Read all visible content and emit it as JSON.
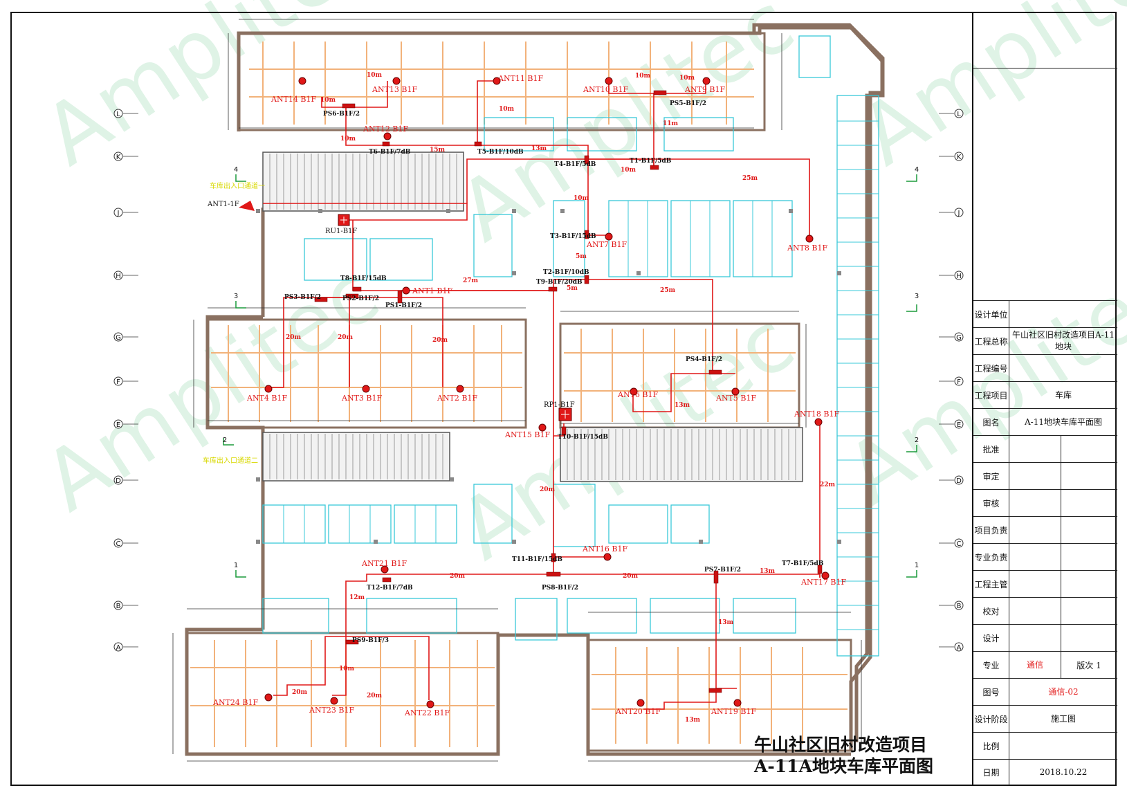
{
  "watermark": {
    "text": "Amplitec"
  },
  "plan_title": {
    "line1": "午山社区旧村改造项目",
    "line2": "A-11A地块车库平面图"
  },
  "title_block": {
    "rows": [
      {
        "label": "设计单位",
        "value": ""
      },
      {
        "label": "工程总称",
        "value": "午山社区旧村改造项目A-11地块"
      },
      {
        "label": "工程编号",
        "value": ""
      },
      {
        "label": "工程项目",
        "value": "车库"
      },
      {
        "label": "图名",
        "value": "A-11地块车库平面图"
      },
      {
        "label": "批准",
        "value": ""
      },
      {
        "label": "审定",
        "value": ""
      },
      {
        "label": "审核",
        "value": ""
      },
      {
        "label": "项目负责",
        "value": ""
      },
      {
        "label": "专业负责",
        "value": ""
      },
      {
        "label": "工程主管",
        "value": ""
      },
      {
        "label": "校对",
        "value": ""
      },
      {
        "label": "设计",
        "value": ""
      },
      {
        "label": "专业",
        "value": "通信",
        "extra": "版次 1"
      },
      {
        "label": "图号",
        "value": "通信-02"
      },
      {
        "label": "设计阶段",
        "value": "施工图"
      },
      {
        "label": "比例",
        "value": ""
      },
      {
        "label": "日期",
        "value": "2018.10.22"
      }
    ]
  },
  "grid_axes": {
    "rows": [
      "L",
      "K",
      "J",
      "H",
      "G",
      "F",
      "E",
      "D",
      "C",
      "B",
      "A"
    ],
    "side_marks": [
      "4",
      "3",
      "2",
      "1"
    ]
  },
  "entrances": {
    "one": "车库出入口通道一",
    "two": "车库出入口通道二"
  },
  "equipment": {
    "rru": [
      "RU1-B1F",
      "RP1-B1F"
    ],
    "antennas": [
      "ANT1-1F",
      "ANT1 B1F",
      "ANT2 B1F",
      "ANT3 B1F",
      "ANT4 B1F",
      "ANT5 B1F",
      "ANT6 B1F",
      "ANT7 B1F",
      "ANT8 B1F",
      "ANT9 B1F",
      "ANT10 B1F",
      "ANT11 B1F",
      "ANT12 B1F",
      "ANT13 B1F",
      "ANT14 B1F",
      "ANT15 B1F",
      "ANT16 B1F",
      "ANT17 B1F",
      "ANT18 B1F",
      "ANT19 B1F",
      "ANT20 B1F",
      "ANT21 B1F",
      "ANT22 B1F",
      "ANT23 B1F",
      "ANT24 B1F"
    ],
    "couplers": [
      "T1-B1F/5dB",
      "T2-B1F/10dB",
      "T3-B1F/15dB",
      "T4-B1F/5dB",
      "T5-B1F/10dB",
      "T6-B1F/7dB",
      "T7-B1F/5dB",
      "T8-B1F/15dB",
      "T9-B1F/20dB",
      "T10-B1F/15dB",
      "T11-B1F/15dB",
      "T12-B1F/7dB"
    ],
    "splitters": [
      "PS1-B1F/2",
      "PS2-B1F/2",
      "PS3-B1F/2",
      "PS4-B1F/2",
      "PS5-B1F/2",
      "PS6-B1F/2",
      "PS7-B1F/2",
      "PS8-B1F/2",
      "PS9-B1F/3"
    ],
    "cable_lengths": [
      "10m",
      "15m",
      "13m",
      "25m",
      "27m",
      "5m",
      "20m",
      "11m",
      "12m",
      "22m"
    ]
  },
  "colors": {
    "wall": "#8a7060",
    "interior": "#f2b27a",
    "parking": "#38c8d8",
    "cable": "#e01818",
    "grid": "#333333",
    "label_yellow": "#d8d800"
  }
}
